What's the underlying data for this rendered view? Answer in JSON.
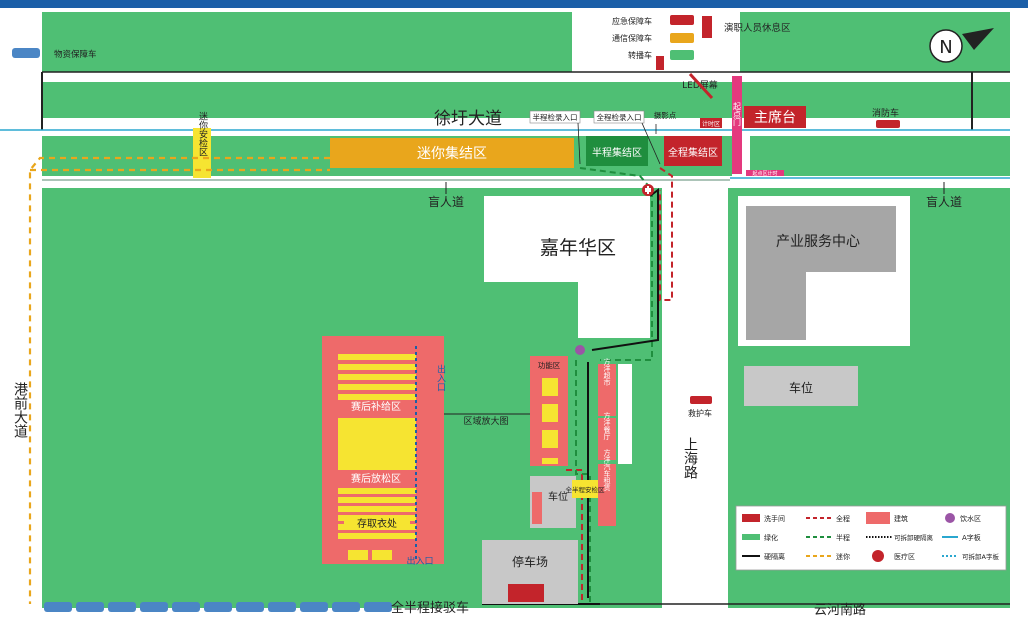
{
  "colors": {
    "green": "#4fbf74",
    "road": "#ffffff",
    "building": "#ee6a6a",
    "gray": "#a8a8a8",
    "orange": "#e9a61c",
    "darkgreen": "#1f8e3e",
    "darkred": "#c3242b",
    "pink": "#e4397e",
    "yellow": "#f6e431",
    "blue": "#2aa7cf"
  },
  "roads": {
    "north": "徐圩大道",
    "west": "港前大道",
    "east": "上海路",
    "south": "云河南路",
    "blind_left": "盲人道",
    "blind_right": "盲人道"
  },
  "zones": {
    "mini_gather": "迷你集结区",
    "half_gather": "半程集结区",
    "full_gather": "全程集结区",
    "main_stand": "主席台",
    "start_gate": "起点门",
    "timing": "计时区",
    "carnival": "嘉年华区",
    "industry_center": "产业服务中心",
    "parking_east": "车位",
    "parking_west": "车位",
    "parking_lot": "停车场",
    "function_area": "功能区",
    "post_supply": "赛后补给区",
    "post_stretch": "赛后放松区",
    "storage": "存取衣处",
    "entrance_top": "出入口",
    "entrance_bottom": "出入口",
    "region_zoom": "区域放大图",
    "mini_security": "迷你安检区",
    "half_full_security": "全半程安检区",
    "staff_rest": "演职人员休息区",
    "led": "LED屏幕",
    "photo": "摄影点",
    "half_check": "半程检录入口",
    "full_check": "全程检录入口",
    "fangyang_market": "方洋超市",
    "fangyang_canteen": "方洋餐厅",
    "fangyang_car": "方洋汽车租赁",
    "red_strip": "起点区计时"
  },
  "vehicles": {
    "emergency": "应急保障车",
    "comm": "通信保障车",
    "transfer": "转播车",
    "supply": "物资保障车",
    "fire": "消防车",
    "ambulance": "救护车",
    "shuttle": "全半程接驳车"
  },
  "legend": {
    "toilet": "洗手间",
    "full": "全程",
    "building": "建筑",
    "water": "饮水区",
    "green": "绿化",
    "half": "半程",
    "removable_barrier": "可拆卸硬隔离",
    "a_board": "A字板",
    "hard_barrier": "硬隔离",
    "mini": "迷你",
    "medical": "医疗区",
    "removable_a_board": "可拆卸A字板"
  },
  "compass": "N"
}
